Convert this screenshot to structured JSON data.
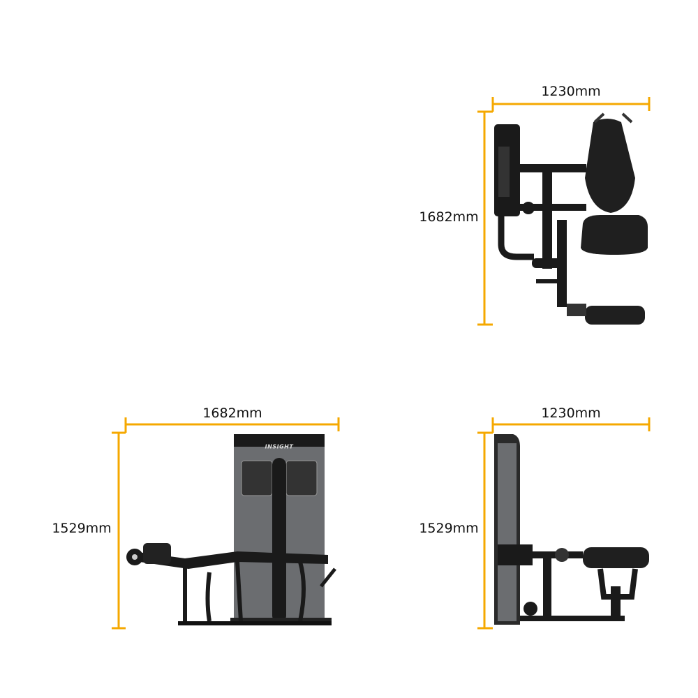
{
  "colors": {
    "dimension_line": "#F5A800",
    "frame": "#1a1a1a",
    "panel": "#6b6d70",
    "pad": "#222222"
  },
  "brand": "INSIGHT",
  "views": {
    "top": {
      "width_label": "1230mm",
      "depth_label": "1682mm"
    },
    "front": {
      "width_label": "1682mm",
      "height_label": "1529mm"
    },
    "side": {
      "width_label": "1230mm",
      "height_label": "1529mm"
    }
  }
}
